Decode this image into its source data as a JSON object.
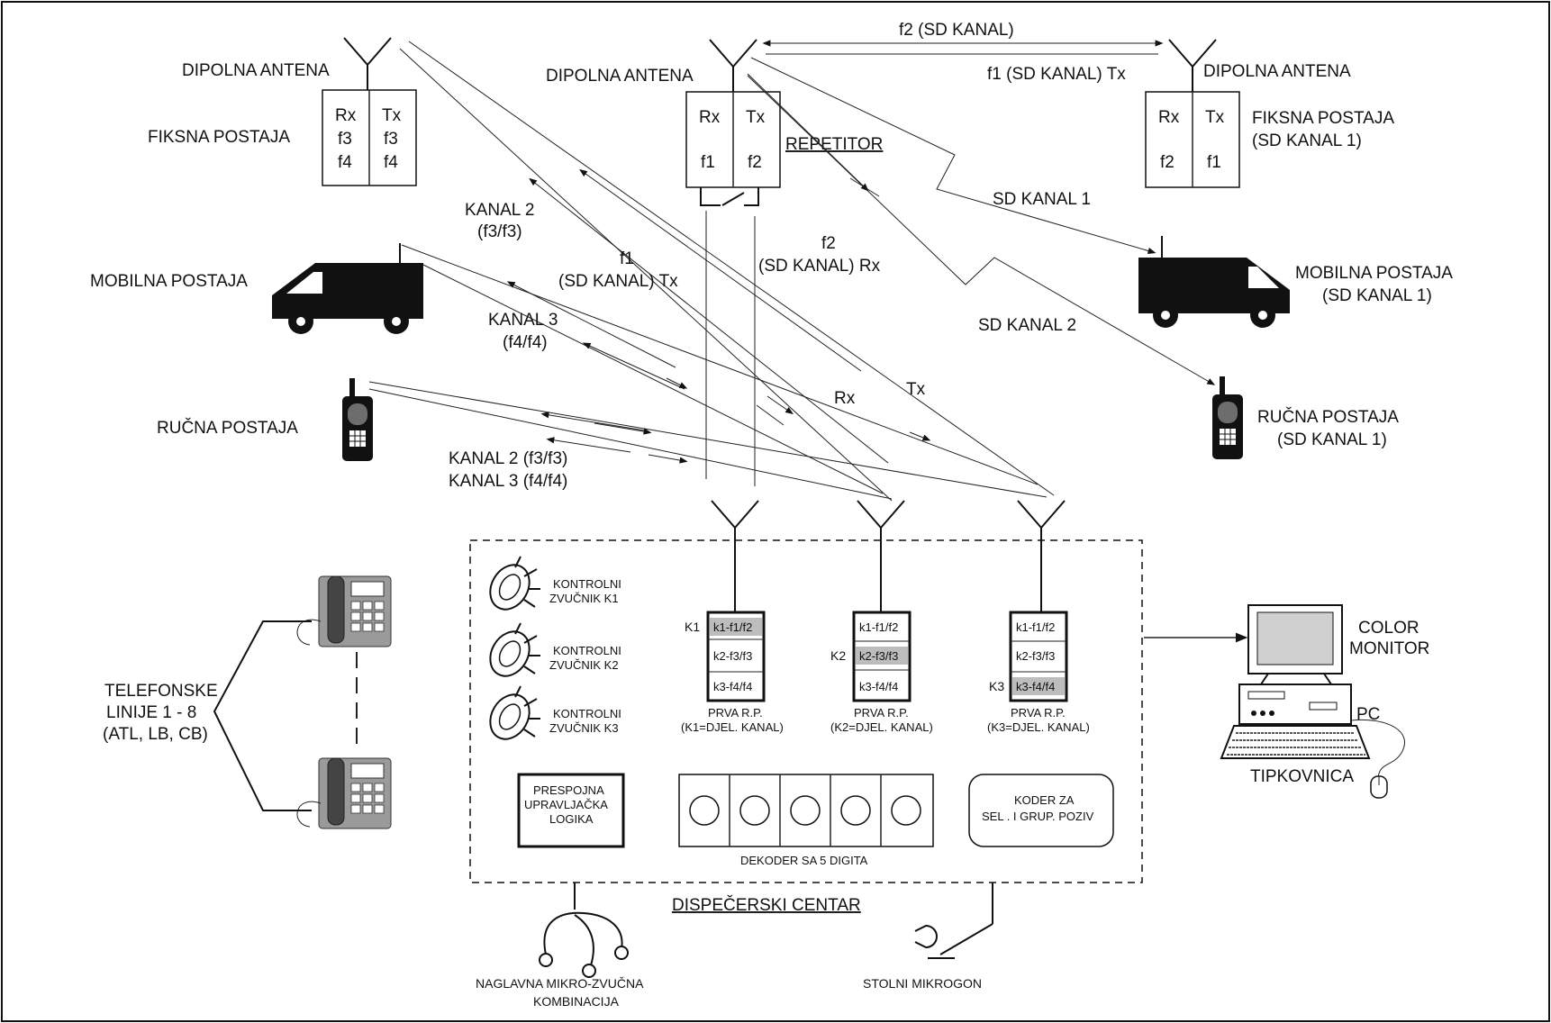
{
  "labels": {
    "dipolna_antena_1": "DIPOLNA ANTENA",
    "dipolna_antena_2": "DIPOLNA ANTENA",
    "dipolna_antena_3": "DIPOLNA ANTENA",
    "fiksna_postaja": "FIKSNA POSTAJA",
    "fiksna_postaja_sd_1": "FIKSNA POSTAJA",
    "fiksna_postaja_sd_2": "(SD KANAL 1)",
    "repetitor": "REPETITOR",
    "mobilna_postaja": "MOBILNA POSTAJA",
    "mobilna_postaja_sd_1": "MOBILNA POSTAJA",
    "mobilna_postaja_sd_2": "(SD KANAL 1)",
    "rucna_postaja": "RUČNA POSTAJA",
    "rucna_postaja_sd_1": "RUČNA POSTAJA",
    "rucna_postaja_sd_2": "(SD KANAL 1)",
    "f2_sd_kanal": "f2 (SD KANAL)",
    "f1_sd_kanal_tx": "f1 (SD KANAL) Tx",
    "sd_kanal_1": "SD KANAL 1",
    "sd_kanal_2": "SD KANAL 2",
    "kanal2_a": "KANAL 2",
    "kanal2_b": "(f3/f3)",
    "kanal3_a": "KANAL 3",
    "kanal3_b": "(f4/f4)",
    "f1_a": "f1",
    "f1_b": "(SD KANAL) Tx",
    "f2_a": "f2",
    "f2_b": "(SD KANAL) Rx",
    "rx": "Rx",
    "tx": "Tx",
    "kanal23_a": "KANAL 2 (f3/f3)",
    "kanal23_b": "KANAL 3 (f4/f4)",
    "telefonske_1": "TELEFONSKE",
    "telefonske_2": "LINIJE 1 - 8",
    "telefonske_3": "(ATL, LB, CB)",
    "kontrolni": "KONTROLNI",
    "zvucnik_k1": "ZVUČNIK  K1",
    "zvucnik_k2": "ZVUČNIK  K2",
    "zvucnik_k3": "ZVUČNIK  K3",
    "prva_rp": "PRVA R.P.",
    "k1_djel": "(K1=DJEL. KANAL)",
    "k2_djel": "(K2=DJEL. KANAL)",
    "k3_djel": "(K3=DJEL. KANAL)",
    "k1": "K1",
    "k2": "K2",
    "k3": "K3",
    "prespojna_1": "PRESPOJNA",
    "prespojna_2": "UPRAVLJAČKA",
    "prespojna_3": "LOGIKA",
    "dekoder": "DEKODER SA 5 DIGITA",
    "koder_1": "KODER ZA",
    "koder_2": "SEL . I GRUP. POZIV",
    "dispecerski": "DISPEČERSKI CENTAR",
    "naglavna_1": "NAGLAVNA MIKRO-ZVUČNA",
    "naglavna_2": "KOMBINACIJA",
    "stolni": "STOLNI MIKROGON",
    "color_monitor_1": "COLOR",
    "color_monitor_2": "MONITOR",
    "pc": "PC",
    "tipkovnica": "TIPKOVNICA"
  },
  "station_boxes": {
    "fiksna": {
      "rx": "Rx",
      "tx": "Tx",
      "rx_f1": "f3",
      "rx_f2": "f4",
      "tx_f1": "f3",
      "tx_f2": "f4"
    },
    "repetitor": {
      "rx": "Rx",
      "tx": "Tx",
      "rx_f": "f1",
      "tx_f": "f2"
    },
    "fiksna_sd": {
      "rx": "Rx",
      "tx": "Tx",
      "rx_f": "f2",
      "tx_f": "f1"
    }
  },
  "rp_rows": [
    "k1-f1/f2",
    "k2-f3/f3",
    "k3-f4/f4"
  ],
  "colors": {
    "line": "#222222",
    "fill_black": "#111111",
    "highlight": "#bdbdbd",
    "phone_grey": "#9a9a9a",
    "phone_dark": "#555555"
  }
}
